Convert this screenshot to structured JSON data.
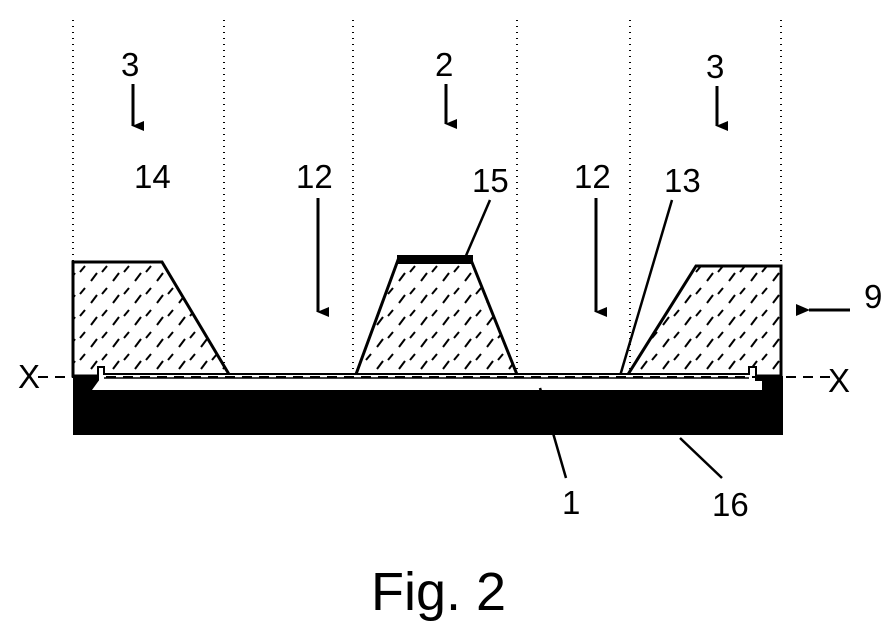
{
  "labels": {
    "beam_left": "3",
    "beam_center": "2",
    "beam_right": "3",
    "part_14": "14",
    "part_12_left": "12",
    "part_15": "15",
    "part_12_right": "12",
    "part_13": "13",
    "part_9": "9",
    "axis_left": "X",
    "axis_right": "X",
    "part_1": "1",
    "part_16": "16"
  },
  "caption": "Fig. 2",
  "colors": {
    "ink": "#000000",
    "paper": "#ffffff"
  }
}
